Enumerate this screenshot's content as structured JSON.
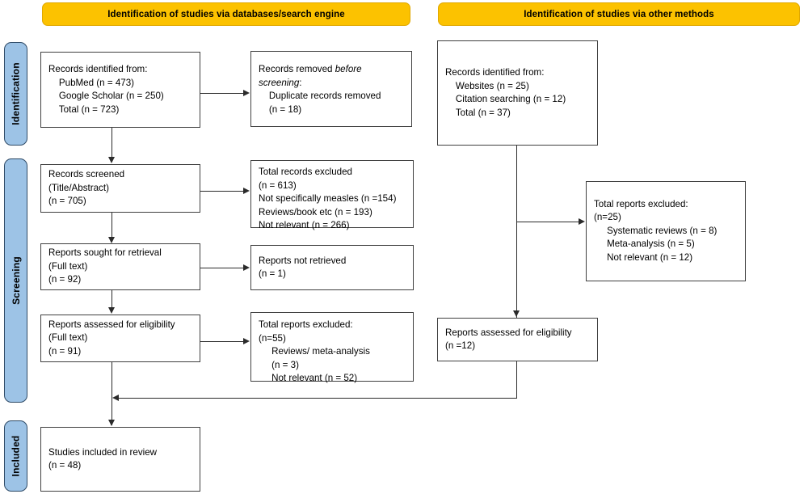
{
  "diagram": {
    "title": "PRISMA 2020 flow diagram",
    "colors": {
      "header_bar": "#FCC200",
      "stage_tab": "#9DC3E6",
      "stage_tab_border": "#2E4A66",
      "box_border": "#404040",
      "connector": "#2b2b2b",
      "background": "#FFFFFF"
    }
  },
  "headers": {
    "left": "Identification of studies via databases/search engine",
    "right": "Identification of studies via other methods"
  },
  "stages": [
    {
      "label": "Identification"
    },
    {
      "label": "Screening"
    },
    {
      "label": "Included"
    }
  ],
  "left_column": {
    "identified": {
      "line1": "Records identified from:",
      "line2": "    PubMed (n = 473)",
      "line3": "    Google Scholar (n = 250)",
      "line4": "    Total (n = 723)"
    },
    "removed": {
      "line1": "Records removed ",
      "line1_italic": "before",
      "line2_italic": "screening",
      "line2_tail": ":",
      "line3": "    Duplicate records removed",
      "line4": "    (n = 18)"
    },
    "screened": {
      "line1": "Records screened",
      "line2": "(Title/Abstract)",
      "line3": "(n = 705)"
    },
    "records_excluded": {
      "line1": "Total records excluded",
      "line2": "(n = 613)",
      "line3": "Not specifically measles (n =154)",
      "line4": "Reviews/book etc (n = 193)",
      "line5": "Not relevant (n = 266)"
    },
    "sought": {
      "line1": "Reports sought for retrieval",
      "line2": "(Full text)",
      "line3": "(n = 92)"
    },
    "not_retrieved": {
      "line1": "Reports not retrieved",
      "line2": "(n = 1)"
    },
    "assessed": {
      "line1": "Reports assessed for eligibility",
      "line2": "(Full text)",
      "line3": "(n = 91)"
    },
    "reports_excluded": {
      "line1": "Total reports excluded:",
      "line2": "(n=55)",
      "line3": "     Reviews/ meta-analysis",
      "line4": "     (n = 3)",
      "line5": "     Not relevant (n = 52)"
    },
    "included": {
      "line1": "Studies included in review",
      "line2": "(n = 48)"
    }
  },
  "right_column": {
    "identified": {
      "line1": "Records identified from:",
      "line2": "    Websites (n = 25)",
      "line3": "    Citation searching (n = 12)",
      "line4": "    Total (n = 37)"
    },
    "reports_excluded": {
      "line1": "Total reports excluded:",
      "line2": "(n=25)",
      "line3": "     Systematic reviews (n = 8)",
      "line4": "     Meta-analysis (n = 5)",
      "line5": "     Not relevant (n = 12)"
    },
    "assessed": {
      "line1": "Reports assessed for eligibility",
      "line2": "(n =12)"
    }
  }
}
